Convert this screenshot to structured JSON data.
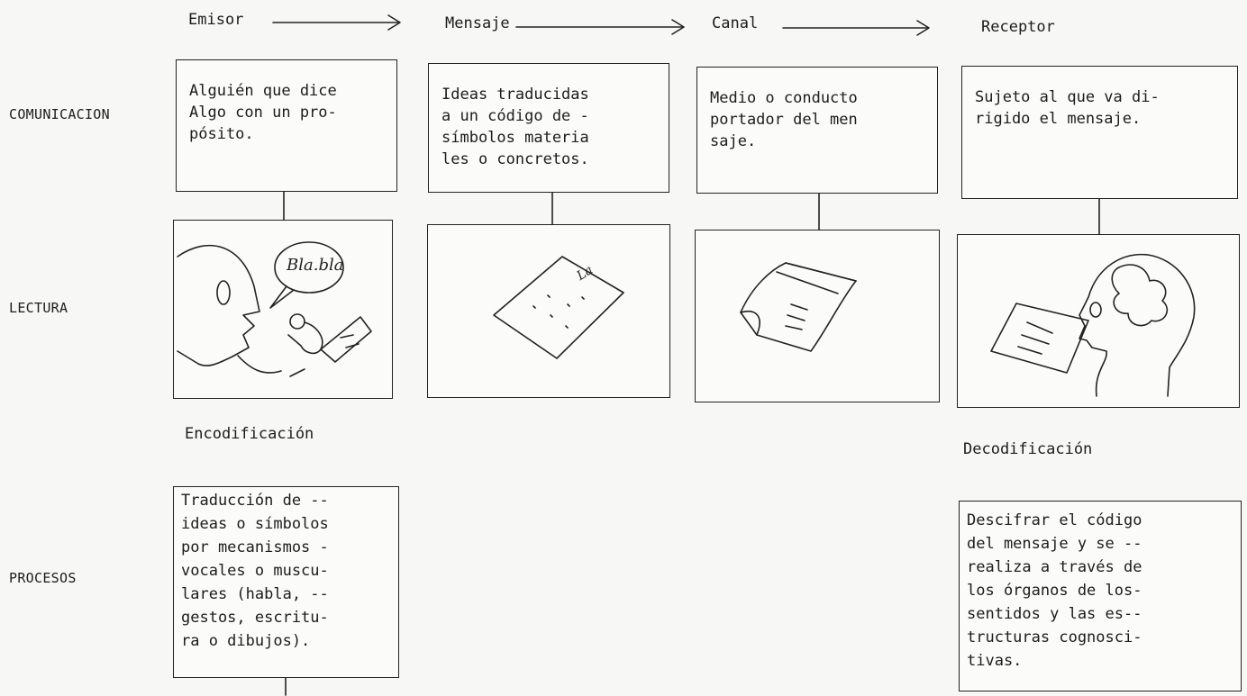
{
  "flow_headers": [
    "Emisor",
    "Mensaje",
    "Canal",
    "Receptor"
  ],
  "row_labels": {
    "comunicacion": "COMUNICACION",
    "lectura": "LECTURA",
    "procesos": "PROCESOS"
  },
  "comunicacion_boxes": [
    "Alguién que dice\nAlgo con un pro-\npósito.",
    "Ideas traducidas\na un código de -\nsímbolos materia\nles o concretos.",
    "Medio o conducto\nportador del men\nsaje.",
    "Sujeto al que va di-\nrigido el mensaje."
  ],
  "sketch_text": {
    "speech_bubble": "Bla.bla",
    "document_mark": "La"
  },
  "captions": {
    "encodificacion": "Encodificación",
    "decodificacion": "Decodificación"
  },
  "procesos_boxes": {
    "encodificacion": "Traducción de --\nideas o símbolos\npor mecanismos -\nvocales o muscu-\nlares (habla, --\ngestos, escritu-\nra o dibujos).",
    "decodificacion": "Descifrar el código\ndel mensaje y se --\nrealiza a través de\nlos órganos de los-\nsentidos y las es--\ntructuras cognosci-\ntivas."
  }
}
